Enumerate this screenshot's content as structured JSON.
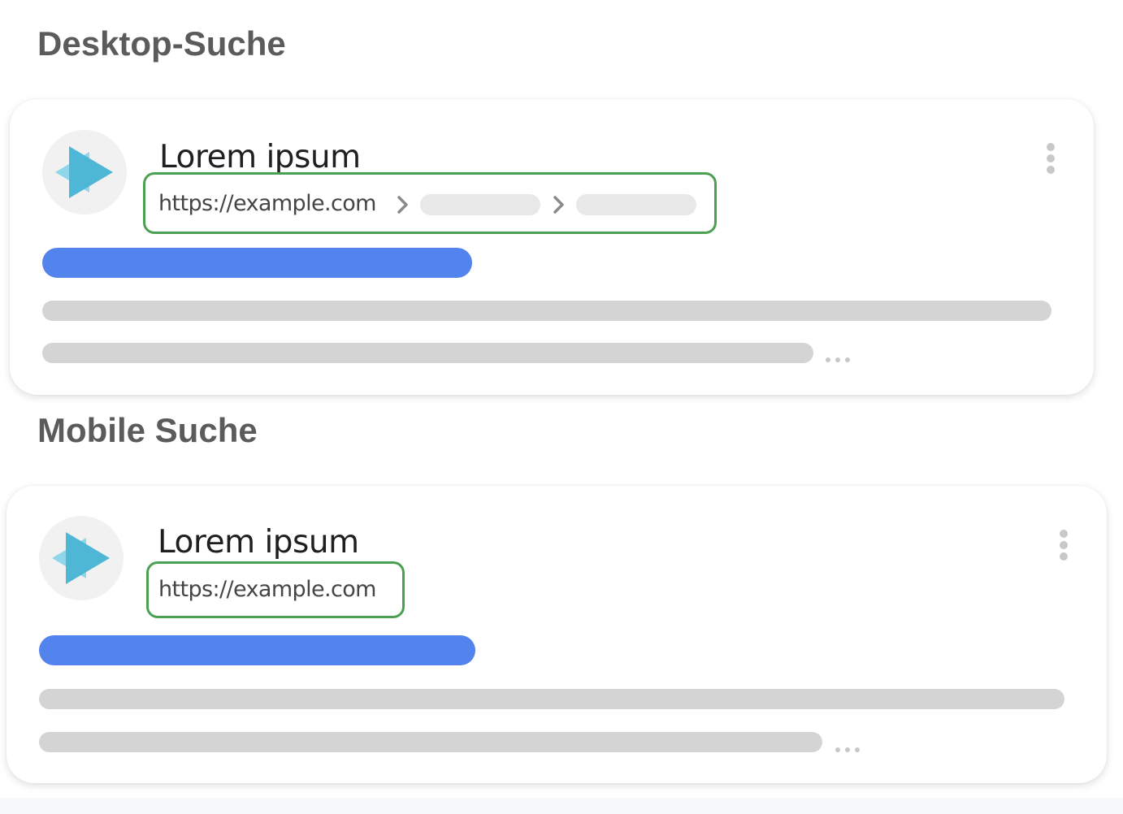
{
  "desktop": {
    "heading": "Desktop-Suche",
    "title": "Lorem ipsum",
    "url": "https://example.com",
    "icons": {
      "favicon": "play-logo-icon",
      "more": "more-vert-icon",
      "breadcrumb_separator": "chevron-right-icon",
      "ellipsis": "ellipsis-icon"
    }
  },
  "mobile": {
    "heading": "Mobile Suche",
    "title": "Lorem ipsum",
    "url": "https://example.com",
    "icons": {
      "favicon": "play-logo-icon",
      "more": "more-vert-icon",
      "ellipsis": "ellipsis-icon"
    }
  },
  "colors": {
    "highlight_border": "#4ca053",
    "title_bar": "#5383ec",
    "snippet_line": "#d4d4d4",
    "breadcrumb_pill": "#e8e8e8",
    "logo_dark": "#4fb7d6",
    "logo_light": "#8fd6ea",
    "heading_text": "#5b5b5b"
  }
}
